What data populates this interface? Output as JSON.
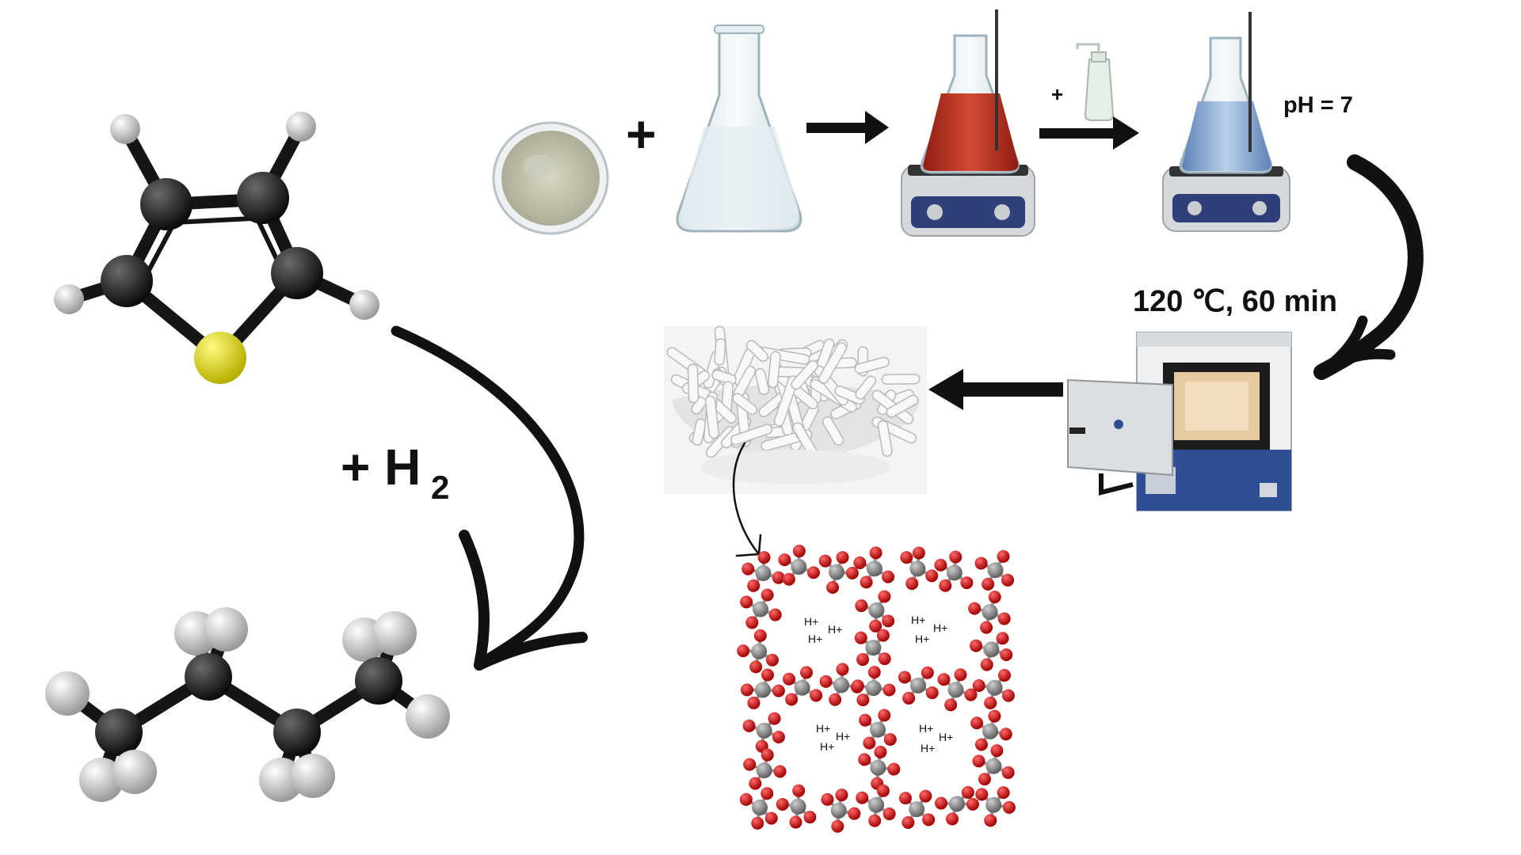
{
  "labels": {
    "plus_main": "+",
    "plus_small": "+",
    "ph": "pH = 7",
    "conditions": "120 ℃, 60 min",
    "h2_plus": "+ H",
    "h2_sub": "2",
    "h_plus": "H+"
  },
  "icons": [
    "thiophene-molecule",
    "butane-molecule",
    "powder-petri-dish",
    "erlenmeyer-flask",
    "red-solution-stirrer",
    "wash-bottle",
    "blue-solution-stirrer",
    "muffle-furnace",
    "catalyst-pellets",
    "zeolite-framework"
  ],
  "colors": {
    "carbon": "#1f1f1f",
    "hydrogen": "#e8e8e8",
    "sulfur": "#e6e000",
    "oxygen": "#d81a1a",
    "silicon": "#8a8a8a",
    "arrow": "#111111",
    "red_solution": "#c0392b",
    "blue_solution": "#8fb2d8",
    "furnace_blue": "#2f4f95"
  }
}
